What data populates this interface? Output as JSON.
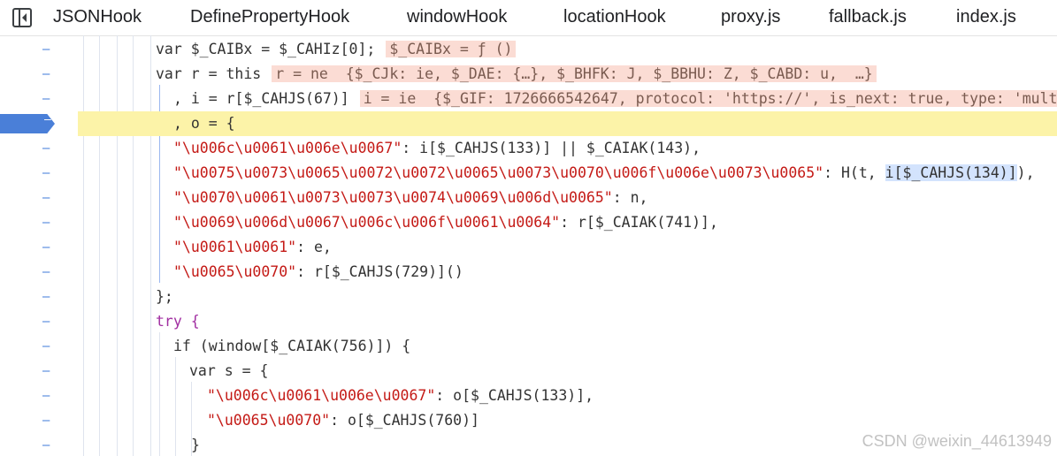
{
  "tabs": [
    "JSONHook",
    "DefinePropertyHook",
    "windowHook",
    "locationHook",
    "proxy.js",
    "fallback.js",
    "index.js"
  ],
  "current_line_marker": "–",
  "gutter_marker": "–",
  "lines": [
    {
      "code": "var $_CAIBx = $_CAHIz[0];",
      "inline": "$_CAIBx = ƒ ()"
    },
    {
      "code": "var r = this",
      "inline": "r = ne  {$_CJk: ie, $_DAE: {…}, $_BHFK: J, $_BBHU: Z, $_CABD: u,  …}"
    },
    {
      "code": ", i = r[$_CAHJS(67)]",
      "inline": "i = ie  {$_GIF: 1726666542647, protocol: 'https://', is_next: true, type: 'multi"
    },
    {
      "code": ", o = {"
    },
    {
      "key": "\"\\u006c\\u0061\\u006e\\u0067\"",
      "rest": ": i[$_CAHJS(133)] || $_CAIAK(143),"
    },
    {
      "key": "\"\\u0075\\u0073\\u0065\\u0072\\u0072\\u0065\\u0073\\u0070\\u006f\\u006e\\u0073\\u0065\"",
      "rest_a": ": H(t, ",
      "rest_hl": "i[$_CAHJS(134)]",
      "rest_b": "),"
    },
    {
      "key": "\"\\u0070\\u0061\\u0073\\u0073\\u0074\\u0069\\u006d\\u0065\"",
      "rest": ": n,"
    },
    {
      "key": "\"\\u0069\\u006d\\u0067\\u006c\\u006f\\u0061\\u0064\"",
      "rest": ": r[$_CAIAK(741)],"
    },
    {
      "key": "\"\\u0061\\u0061\"",
      "rest": ": e,"
    },
    {
      "key": "\"\\u0065\\u0070\"",
      "rest": ": r[$_CAHJS(729)]()"
    },
    {
      "code": "};"
    },
    {
      "code": "try {"
    },
    {
      "code": "if (window[$_CAIAK(756)]) {"
    },
    {
      "code": "var s = {"
    },
    {
      "key": "\"\\u006c\\u0061\\u006e\\u0067\"",
      "rest": ": o[$_CAHJS(133)],"
    },
    {
      "key": "\"\\u0065\\u0070\"",
      "rest": ": o[$_CAHJS(760)]"
    },
    {
      "code": "}"
    }
  ],
  "watermark": "CSDN @weixin_44613949"
}
